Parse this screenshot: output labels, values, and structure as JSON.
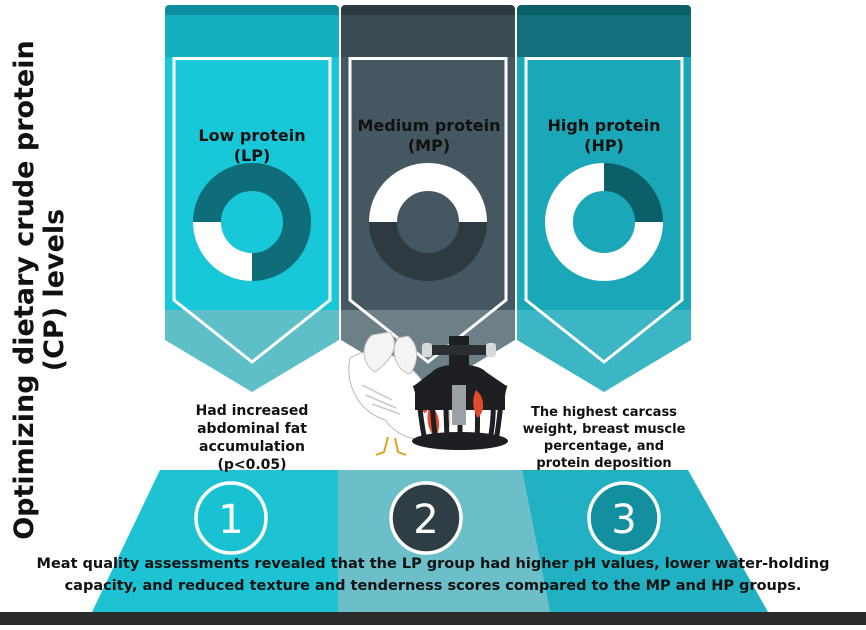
{
  "title": "Optimizing dietary crude protein (CP) levels",
  "title_lines": [
    "Optimizing dietary crude protein",
    "(CP) levels"
  ],
  "columns": [
    {
      "name_lines": [
        "Low protein",
        "(LP)"
      ],
      "finding_lines": [
        "Had increased",
        "abdominal fat",
        "accumulation",
        "(p<0.05)"
      ],
      "number": "1",
      "donut_fraction": 0.75,
      "color": "#19c8d8"
    },
    {
      "name_lines": [
        "Medium protein",
        "(MP)"
      ],
      "finding_lines": [],
      "number": "2",
      "donut_fraction": 0.5,
      "color": "#3d5561"
    },
    {
      "name_lines": [
        "High protein",
        "(HP)"
      ],
      "finding_lines": [
        "The highest carcass",
        "weight, breast muscle",
        "percentage, and",
        "protein deposition"
      ],
      "number": "3",
      "donut_fraction": 0.25,
      "color": "#1aa7b7"
    }
  ],
  "footer_lines": [
    "Meat quality assessments revealed that the LP group had higher pH values, lower water-holding",
    "capacity, and reduced texture and tenderness scores compared to the MP and HP groups."
  ],
  "colors": {
    "lp_light": "#19c8d8",
    "lp_dark": "#0e6d78",
    "mp_mid": "#455761",
    "mp_dark": "#2d3a41",
    "hp_mid": "#1aa7b7",
    "hp_dark": "#0b5f68"
  }
}
